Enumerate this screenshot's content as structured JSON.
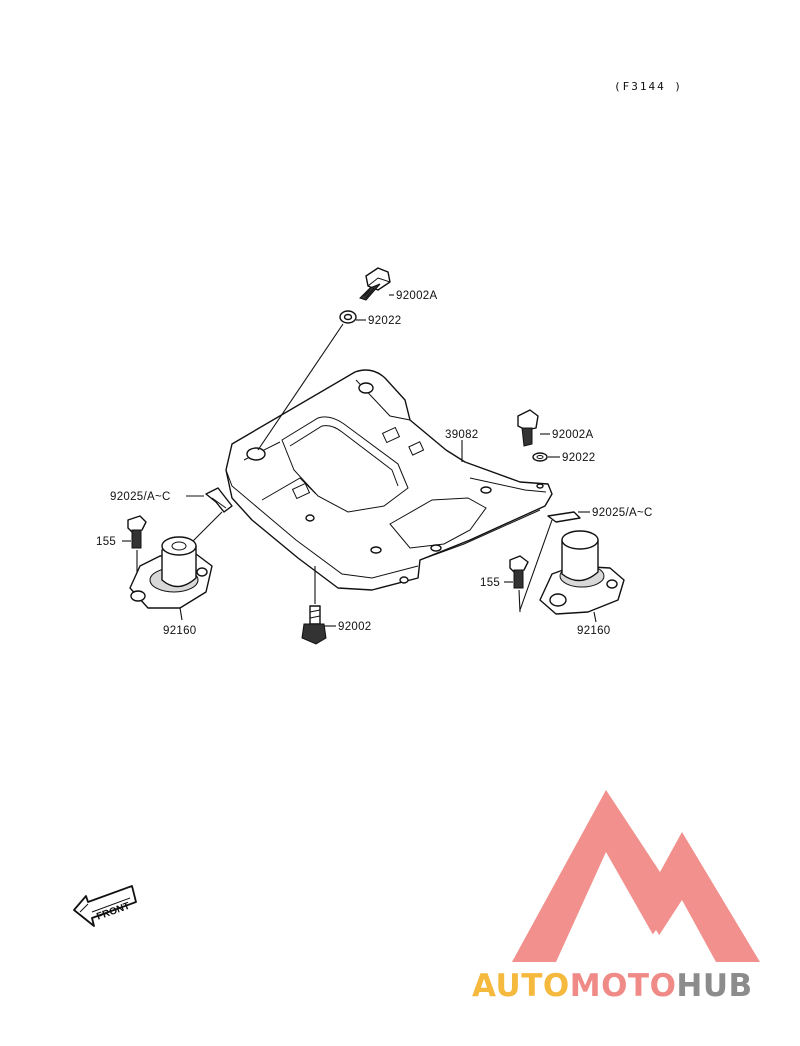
{
  "diagram_code": "(F3144 )",
  "front_label": "FRONT",
  "brand": {
    "part1": "AUTO",
    "part2": "MOTO",
    "part3": "HUB",
    "color1": "#f5b93d",
    "color2": "#f08a86",
    "color3": "#8c8c8c",
    "logo_color": "#f08a86"
  },
  "labels": {
    "bolt_top": "92002A",
    "washer_top": "92022",
    "bracket": "39082",
    "bolt_right": "92002A",
    "washer_right": "92022",
    "clip_left": "92025/A~C",
    "clip_right": "92025/A~C",
    "bolt_small_left": "155",
    "bolt_small_right": "155",
    "mount_left": "92160",
    "mount_right": "92160",
    "bolt_bottom": "92002"
  }
}
